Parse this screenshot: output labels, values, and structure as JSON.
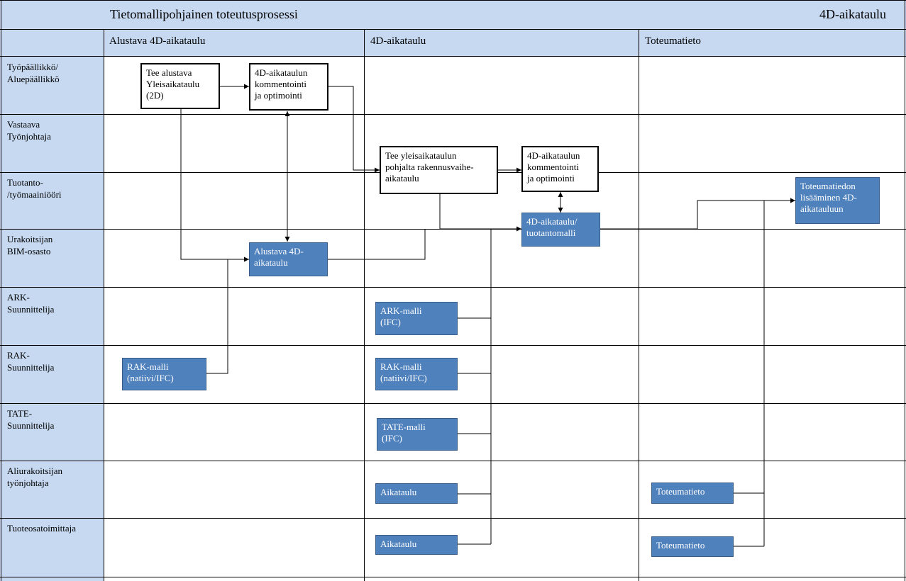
{
  "header": {
    "title": "Tietomallipohjainen toteutusprosessi",
    "right_label": "4D-aikataulu"
  },
  "phases": [
    "Alustava 4D-aikataulu",
    "4D-aikataulu",
    "Toteumatieto"
  ],
  "lanes": [
    "Työpäällikkö/\nAluepäällikkö",
    "Vastaava\nTyönjohtaja",
    "Tuotanto-\n/työmaainiööri",
    "Urakoitsijan\nBIM-osasto",
    "ARK-\nSuunnittelija",
    "RAK-\nSuunnittelija",
    "TATE-\nSuunnittelija",
    "Aliurakoitsijan\ntyönjohtaja",
    "Tuoteosatoimittaja"
  ],
  "boxes": {
    "tee_alustava": "Tee alustava\nYleisaikataulu\n(2D)",
    "kommentointi_1": "4D-aikataulun\nkommentointi\nja optimointi",
    "alustava_4d": "Alustava  4D-\naikataulu",
    "rak_malli_1": "RAK-malli\n(natiivi/IFC)",
    "tee_yleisaikataulun": "Tee yleisaikataulun\npohjalta rakennusvaihe-\naikataulu",
    "kommentointi_2": "4D-aikataulun\nkommentointi\nja optimointi",
    "tuotantomalli": "4D-aikataulu/\ntuotantomalli",
    "ark_malli": "ARK-malli\n(IFC)",
    "rak_malli_2": "RAK-malli\n(natiivi/IFC)",
    "tate_malli": "TATE-malli\n(IFC)",
    "aikataulu_1": "Aikataulu",
    "aikataulu_2": "Aikataulu",
    "toteumatiedon": "Toteumatiedon\nlisääminen 4D-\naikatauluun",
    "toteumatieto_1": "Toteumatieto",
    "toteumatieto_2": "Toteumatieto"
  },
  "colors": {
    "header_fill": "#c6d9f1",
    "task_fill": "#4f81bd",
    "task_border": "#385d8a",
    "grid_line": "#000000"
  }
}
